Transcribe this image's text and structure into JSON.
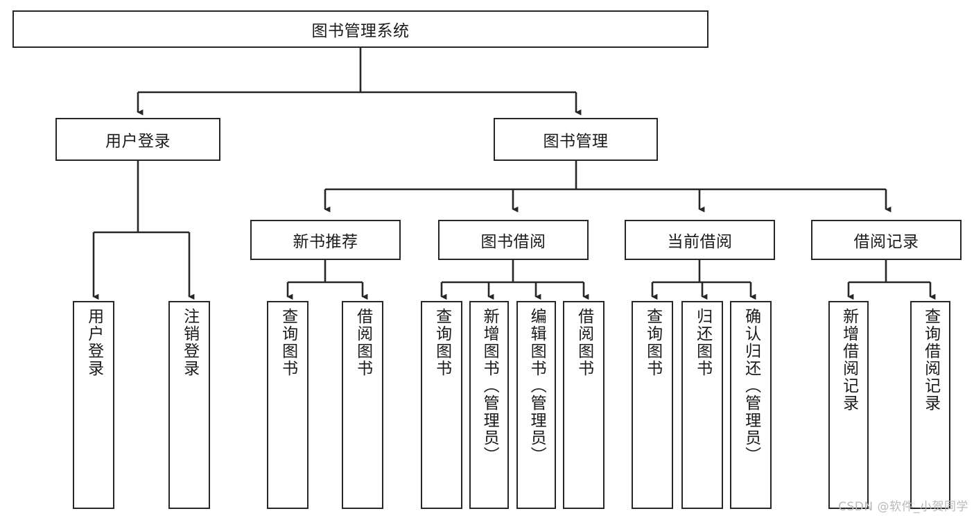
{
  "diagram": {
    "type": "tree",
    "title": "图书管理系统",
    "watermark": "CSDN @软件_小贺同学",
    "colors": {
      "box_border": "#262626",
      "box_fill": "#ffffff",
      "connector": "#262626",
      "text": "#1a1a1a",
      "watermark": "#b9b9b9"
    },
    "nodes": {
      "root": {
        "label": "图书管理系统",
        "level": 1,
        "orientation": "horizontal"
      },
      "l2": [
        {
          "id": "user-login",
          "label": "用户登录",
          "level": 2,
          "orientation": "horizontal"
        },
        {
          "id": "book-manage",
          "label": "图书管理",
          "level": 2,
          "orientation": "horizontal"
        }
      ],
      "l3": [
        {
          "id": "new-book-recommend",
          "label": "新书推荐",
          "level": 3,
          "orientation": "horizontal"
        },
        {
          "id": "book-borrow",
          "label": "图书借阅",
          "level": 3,
          "orientation": "horizontal"
        },
        {
          "id": "current-borrow",
          "label": "当前借阅",
          "level": 3,
          "orientation": "horizontal"
        },
        {
          "id": "borrow-record",
          "label": "借阅记录",
          "level": 3,
          "orientation": "horizontal"
        }
      ],
      "leaves": {
        "user_login": [
          {
            "id": "leaf-user-login",
            "label": "用户登录"
          },
          {
            "id": "leaf-user-logout",
            "label": "注销登录"
          }
        ],
        "new_book_recommend": [
          {
            "id": "leaf-query-book-1",
            "label": "查询图书"
          },
          {
            "id": "leaf-borrow-book-1",
            "label": "借阅图书"
          }
        ],
        "book_borrow": [
          {
            "id": "leaf-query-book-2",
            "label": "查询图书"
          },
          {
            "id": "leaf-add-book",
            "label": "新增图书（管理员）"
          },
          {
            "id": "leaf-edit-book",
            "label": "编辑图书（管理员）"
          },
          {
            "id": "leaf-borrow-book-2",
            "label": "借阅图书"
          }
        ],
        "current_borrow": [
          {
            "id": "leaf-query-book-3",
            "label": "查询图书"
          },
          {
            "id": "leaf-return-book",
            "label": "归还图书"
          },
          {
            "id": "leaf-confirm-return",
            "label": "确认归还（管理员）"
          }
        ],
        "borrow_record": [
          {
            "id": "leaf-add-record",
            "label": "新增借阅记录"
          },
          {
            "id": "leaf-query-record",
            "label": "查询借阅记录"
          }
        ]
      }
    }
  }
}
